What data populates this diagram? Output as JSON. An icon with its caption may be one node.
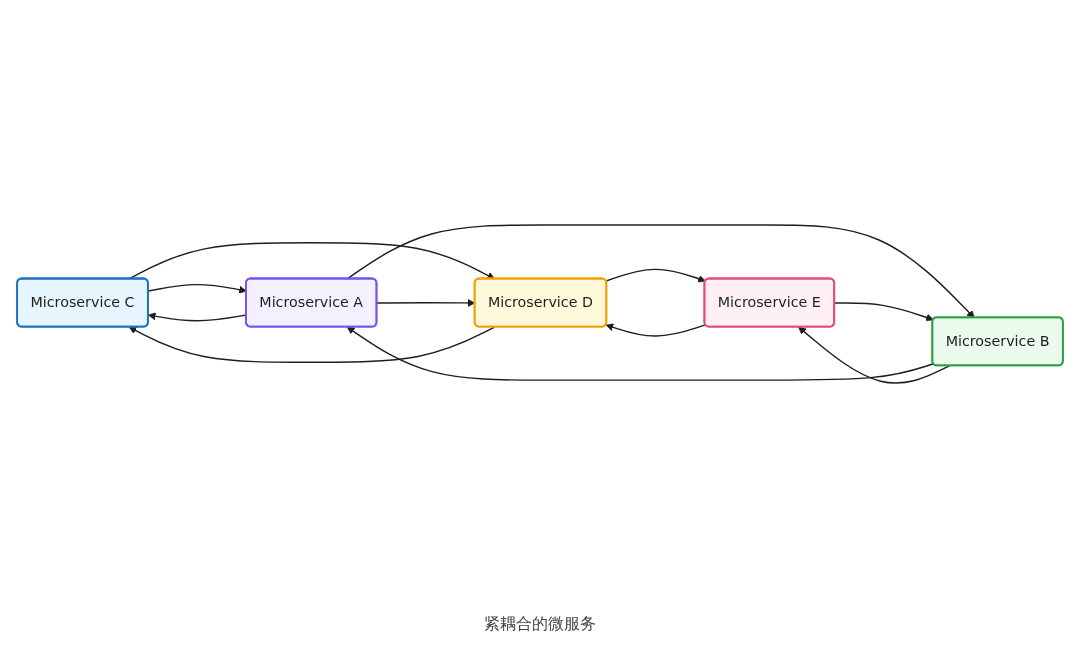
{
  "diagram": {
    "caption": "紧耦合的微服务",
    "nodes": [
      {
        "text": [
          "Microservice C"
        ]
      },
      {
        "text": [
          "Microservice A"
        ]
      },
      {
        "text": [
          "Microservice D"
        ]
      },
      {
        "text": [
          "Microservice B"
        ]
      },
      {
        "text": [
          "Microservice E"
        ]
      }
    ],
    "edges": [
      {
        "from": 1,
        "to": 0,
        "arrow": "to"
      },
      {
        "from": 0,
        "to": 1,
        "arrow": "to"
      },
      {
        "from": 0,
        "to": 2,
        "arrow": "to"
      },
      {
        "from": 2,
        "to": 0,
        "arrow": "to"
      },
      {
        "from": 1,
        "to": 2,
        "arrow": "to"
      },
      {
        "from": 1,
        "to": 3,
        "arrow": "to"
      },
      {
        "from": 3,
        "to": 1,
        "arrow": "to"
      },
      {
        "from": 2,
        "to": 4,
        "arrow": "to"
      },
      {
        "from": 4,
        "to": 2,
        "arrow": "to"
      },
      {
        "from": 3,
        "to": 4,
        "arrow": "to"
      },
      {
        "from": 4,
        "to": 3,
        "arrow": "to"
      }
    ]
  }
}
